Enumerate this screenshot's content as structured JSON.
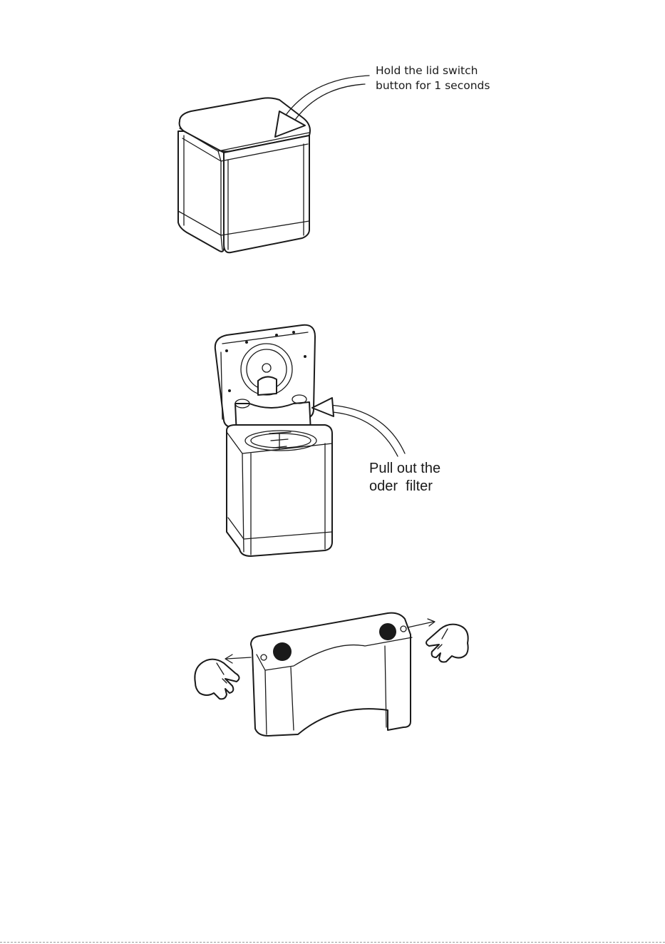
{
  "steps": [
    {
      "instruction": [
        "Hold the lid switch",
        "button for 1 seconds"
      ]
    },
    {
      "instruction": [
        "Pull out the",
        "oder  filter"
      ]
    }
  ],
  "icons": {
    "step1": [
      "closed-device-icon",
      "curved-arrow-icon"
    ],
    "step2": [
      "open-device-icon",
      "curved-arrow-icon"
    ],
    "step3": [
      "filter-cartridge-icon",
      "left-hand-icon",
      "right-hand-icon",
      "pull-arrow-icon"
    ]
  }
}
